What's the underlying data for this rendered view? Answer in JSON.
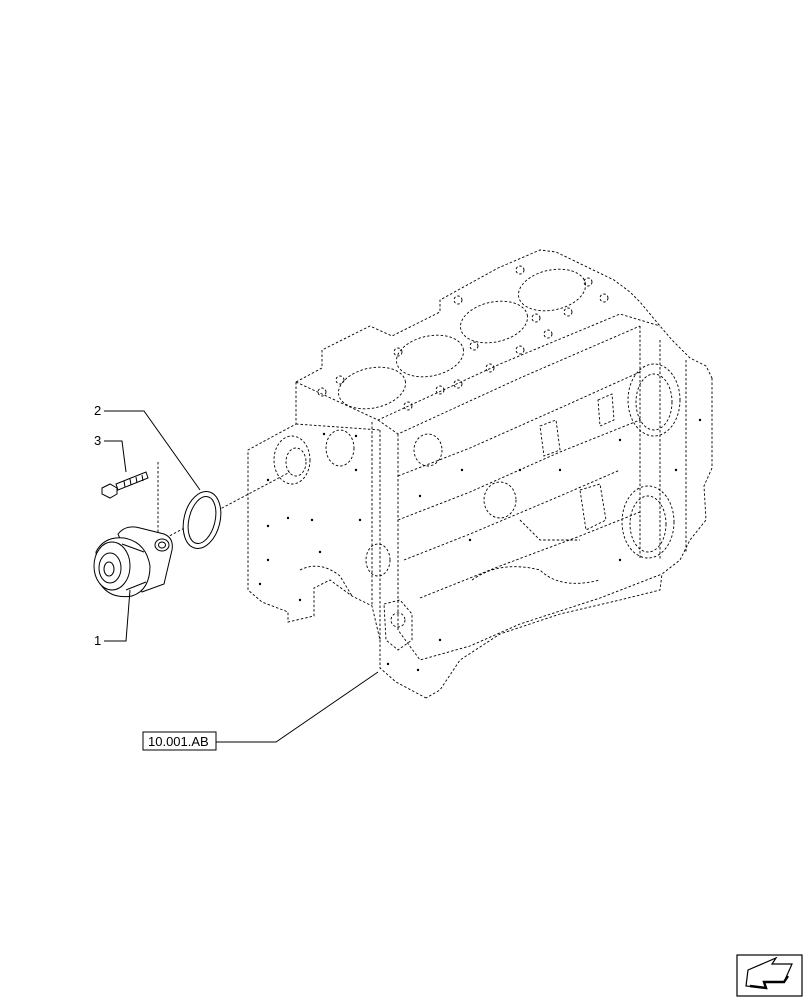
{
  "callouts": [
    {
      "id": "1",
      "label": "1"
    },
    {
      "id": "2",
      "label": "2"
    },
    {
      "id": "3",
      "label": "3"
    }
  ],
  "reference": {
    "label": "10.001.AB"
  },
  "nav_icon": "next-page-arrow-icon"
}
